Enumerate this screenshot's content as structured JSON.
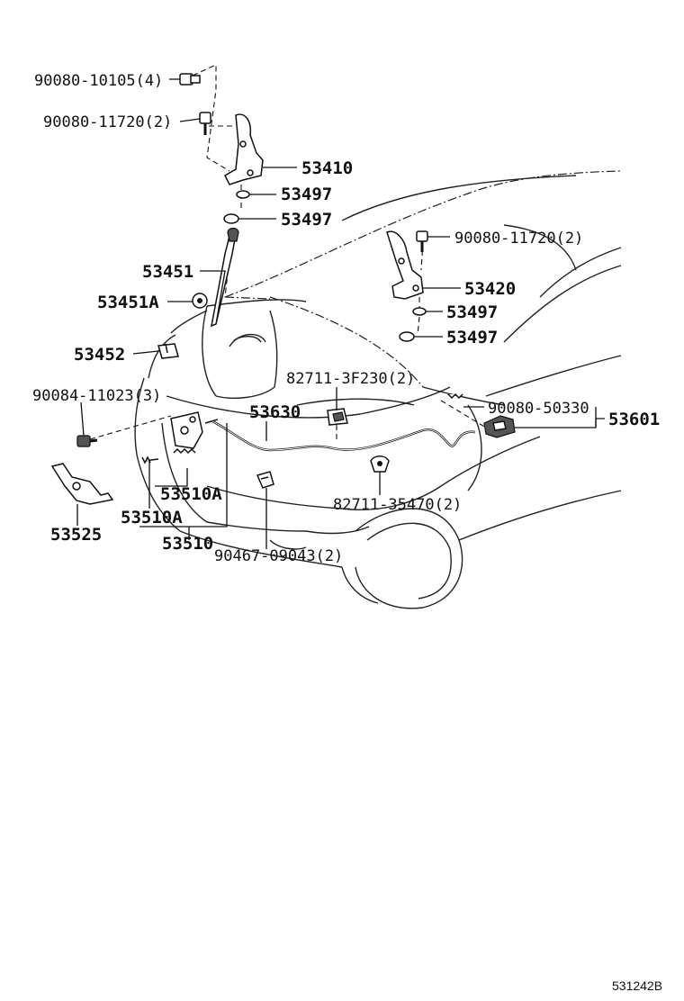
{
  "labels": {
    "bolt_90080_10105": "90080-10105(4)",
    "bolt_90080_11720_left": "90080-11720(2)",
    "hinge_left": "53410",
    "cushion_1": "53497",
    "cushion_2": "53497",
    "bolt_90080_11720_right": "90080-11720(2)",
    "hinge_right": "53420",
    "cushion_3": "53497",
    "cushion_4": "53497",
    "support_rod": "53451",
    "rod_holder": "53451A",
    "rod_clip": "53452",
    "bolt_90084_11023": "90084-11023(3)",
    "clamp_82711_3f230": "82711-3F230(2)",
    "release_cable": "53630",
    "bolt_90080_50330": "90080-50330",
    "release_lever": "53601",
    "lock_spring_a_right": "53510A",
    "lock_spring_a_left": "53510A",
    "hood_lock": "53510",
    "lock_support": "53525",
    "clamp_90467_09043": "90467-09043(2)",
    "clamp_82711_35470": "82711-35470(2)"
  },
  "reference_code": "531242B"
}
